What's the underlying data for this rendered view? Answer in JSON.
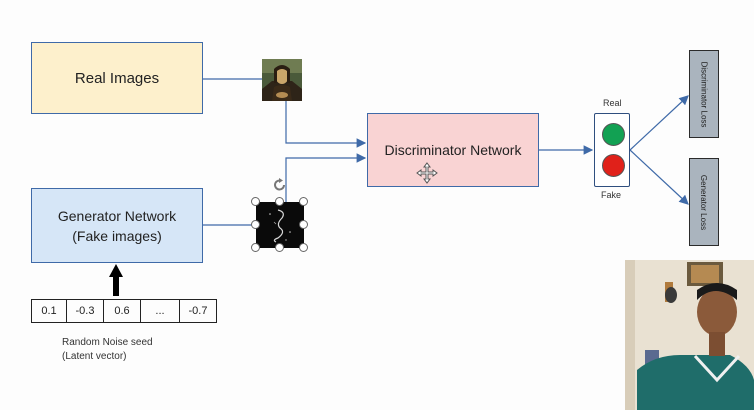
{
  "diagram": {
    "real_images_label": "Real Images",
    "generator_line1": "Generator Network",
    "generator_line2": "(Fake images)",
    "discriminator_label": "Discriminator Network",
    "real_label": "Real",
    "fake_label": "Fake",
    "discriminator_loss": "Discriminator Loss",
    "generator_loss": "Generator Loss",
    "noise_values": [
      "0.1",
      "-0.3",
      "0.6",
      "...",
      "-0.7"
    ],
    "noise_caption_line1": "Random Noise seed",
    "noise_caption_line2": "(Latent vector)"
  },
  "colors": {
    "real_box": "#fdf0cc",
    "generator_box": "#d6e6f7",
    "discriminator_box": "#f9d3d3",
    "connector": "#3f6aa8",
    "light_green": "#12a153",
    "light_red": "#e0211a",
    "loss_box": "#aab4be"
  },
  "icons": [
    "mona-lisa-image",
    "generated-image",
    "move-cursor-icon",
    "rotate-handle-icon",
    "up-arrow-icon"
  ]
}
